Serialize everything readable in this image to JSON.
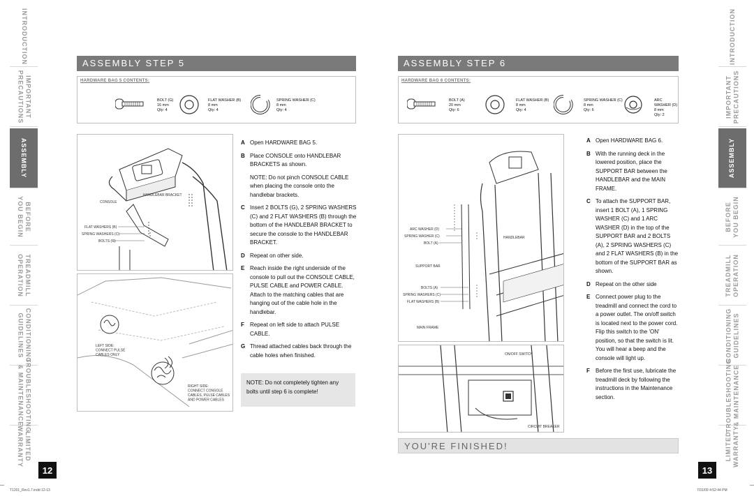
{
  "left_tabs": [
    {
      "label": "INTRODUCTION"
    },
    {
      "label": "IMPORTANT\nPRECAUTIONS"
    },
    {
      "label": "ASSEMBLY"
    },
    {
      "label": "BEFORE\nYOU BEGIN"
    },
    {
      "label": "TREADMILL\nOPERATION"
    },
    {
      "label": "CONDITIONING\nGUIDELINES"
    },
    {
      "label": "TROUBLESHOOTING\n& MAINTENANCE"
    },
    {
      "label": "LIMITED\nWARRANTY"
    }
  ],
  "right_tabs": [
    {
      "label": "INTRODUCTION"
    },
    {
      "label": "IMPORTANT\nPRECAUTIONS"
    },
    {
      "label": "ASSEMBLY"
    },
    {
      "label": "BEFORE\nYOU BEGIN"
    },
    {
      "label": "TREADMILL\nOPERATION"
    },
    {
      "label": "CONDITIONING\nGUIDELINES"
    },
    {
      "label": "TROUBLESHOOTING\n& MAINTENANCE"
    },
    {
      "label": "LIMITED\nWARRANTY"
    }
  ],
  "active_tab": "ASSEMBLY",
  "left_page": {
    "number": "12",
    "step_title": "ASSEMBLY STEP 5",
    "hardware": {
      "title": "HARDWARE BAG 5 CONTENTS:",
      "items": [
        {
          "name": "BOLT (G)",
          "size": "16 mm",
          "qty": "Qty: 4",
          "icon": "bolt-icon"
        },
        {
          "name": "FLAT WASHER (B)",
          "size": "8 mm",
          "qty": "Qty: 4",
          "icon": "flat-washer-icon"
        },
        {
          "name": "SPRING WASHER (C)",
          "size": "8 mm",
          "qty": "Qty: 4",
          "icon": "spring-washer-icon"
        }
      ]
    },
    "labels": {
      "console": "CONSOLE",
      "handlebar_bracket": "HANDLEBAR BRACKET",
      "flat_washers": "FLAT WASHERS (B)",
      "spring_washers": "SPRING WASHERS (C)",
      "bolts": "BOLTS (G)",
      "left_side": "LEFT SIDE:\nCONNECT PULSE\nCABLES ONLY",
      "right_side": "RIGHT SIDE:\nCONNECT CONSOLE\nCABLES, PULSE CABLES\nAND POWER CABLES"
    },
    "steps": [
      {
        "letter": "A",
        "text": "Open HARDWARE BAG 5."
      },
      {
        "letter": "B",
        "text": "Place CONSOLE onto HANDLEBAR BRACKETS as shown."
      },
      {
        "letter": "",
        "text": "NOTE: Do not pinch CONSOLE CABLE when placing the console onto the handlebar brackets."
      },
      {
        "letter": "C",
        "text": "Insert 2 BOLTS (G), 2 SPRING WASHERS (C) and 2 FLAT WASHERS (B) through the bottom of the HANDLEBAR BRACKET to secure the console to the HANDLEBAR BRACKET."
      },
      {
        "letter": "D",
        "text": "Repeat on other side."
      },
      {
        "letter": "E",
        "text": "Reach inside the right underside of the console to pull out the CONSOLE CABLE, PULSE CABLE and POWER CABLE. Attach to the matching cables that are hanging out of the cable hole in the handlebar."
      },
      {
        "letter": "F",
        "text": "Repeat on left side to attach PULSE CABLE."
      },
      {
        "letter": "G",
        "text": "Thread attached cables back through the cable holes when finished."
      }
    ],
    "note": "NOTE: Do not completely tighten any bolts until step 6 is complete!"
  },
  "right_page": {
    "number": "13",
    "step_title": "ASSEMBLY STEP 6",
    "hardware": {
      "title": "HARDWARE BAG 6 CONTENTS:",
      "items": [
        {
          "name": "BOLT (A)",
          "size": "20 mm",
          "qty": "Qty: 6",
          "icon": "bolt-icon"
        },
        {
          "name": "FLAT WASHER (B)",
          "size": "8 mm",
          "qty": "Qty: 4",
          "icon": "flat-washer-icon"
        },
        {
          "name": "SPRING WASHER (C)",
          "size": "8 mm",
          "qty": "Qty: 6",
          "icon": "spring-washer-icon"
        },
        {
          "name": "ARC WASHER (D)",
          "size": "8 mm",
          "qty": "Qty: 2",
          "icon": "arc-washer-icon"
        }
      ]
    },
    "labels": {
      "arc_washer": "ARC WASHER (D)",
      "spring_washer": "SPRING WASHER (C)",
      "bolt": "BOLT (A)",
      "support_bar": "SUPPORT BAR",
      "handlebar": "HANDLEBAR",
      "bolts": "BOLTS (A)",
      "spring_washers": "SPRING WASHERS (C)",
      "flat_washers": "FLAT WASHERS (B)",
      "main_frame": "MAIN FRAME",
      "on_off_switch": "ON/OFF SWITCH",
      "circuit_breaker": "CIRCUIT BREAKER"
    },
    "steps": [
      {
        "letter": "A",
        "text": "Open HARDWARE BAG 6."
      },
      {
        "letter": "B",
        "text": "With the running deck in the lowered position, place the SUPPORT BAR between the HANDLEBAR and the MAIN FRAME."
      },
      {
        "letter": "C",
        "text": "To attach the SUPPORT BAR, insert 1 BOLT (A), 1 SPRING WASHER (C) and 1 ARC WASHER (D) in the top of the SUPPORT BAR and 2 BOLTS (A), 2 SPRING WASHERS (C) and 2 FLAT WASHERS (B) in the bottom of the SUPPORT BAR as shown."
      },
      {
        "letter": "D",
        "text": "Repeat on the other side"
      },
      {
        "letter": "E",
        "text": "Connect power plug to the treadmill and connect the cord to a power outlet. The on/off switch is located next to the power cord. Flip this switch to the 'ON' position, so that the switch is lit. You will hear a beep and the console will light up."
      },
      {
        "letter": "F",
        "text": "Before the first use, lubricate the treadmill deck by following the instructions in the Maintenance section."
      }
    ],
    "finished": "YOU'RE FINISHED!"
  },
  "footer": {
    "left": "T1201_Rev1.7.indd   12-13",
    "right": "7/31/09   4:52:44 PM"
  }
}
